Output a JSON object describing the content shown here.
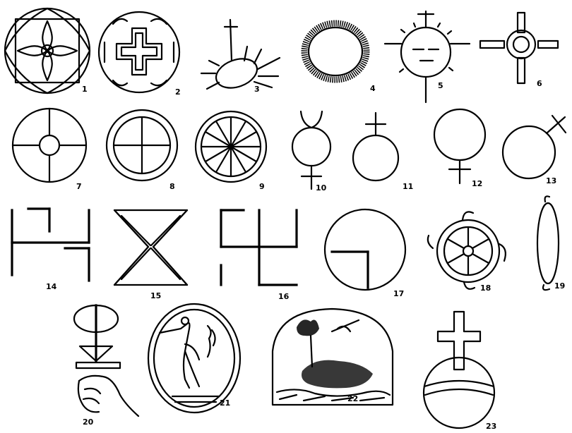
{
  "plate": {
    "figures": [
      {
        "number": "1"
      },
      {
        "number": "2"
      },
      {
        "number": "3"
      },
      {
        "number": "4"
      },
      {
        "number": "5"
      },
      {
        "number": "6"
      },
      {
        "number": "7"
      },
      {
        "number": "8"
      },
      {
        "number": "9"
      },
      {
        "number": "10"
      },
      {
        "number": "11"
      },
      {
        "number": "12"
      },
      {
        "number": "13"
      },
      {
        "number": "14"
      },
      {
        "number": "15"
      },
      {
        "number": "16"
      },
      {
        "number": "17"
      },
      {
        "number": "18"
      },
      {
        "number": "19"
      },
      {
        "number": "20"
      },
      {
        "number": "21"
      },
      {
        "number": "22"
      },
      {
        "number": "23"
      }
    ]
  }
}
